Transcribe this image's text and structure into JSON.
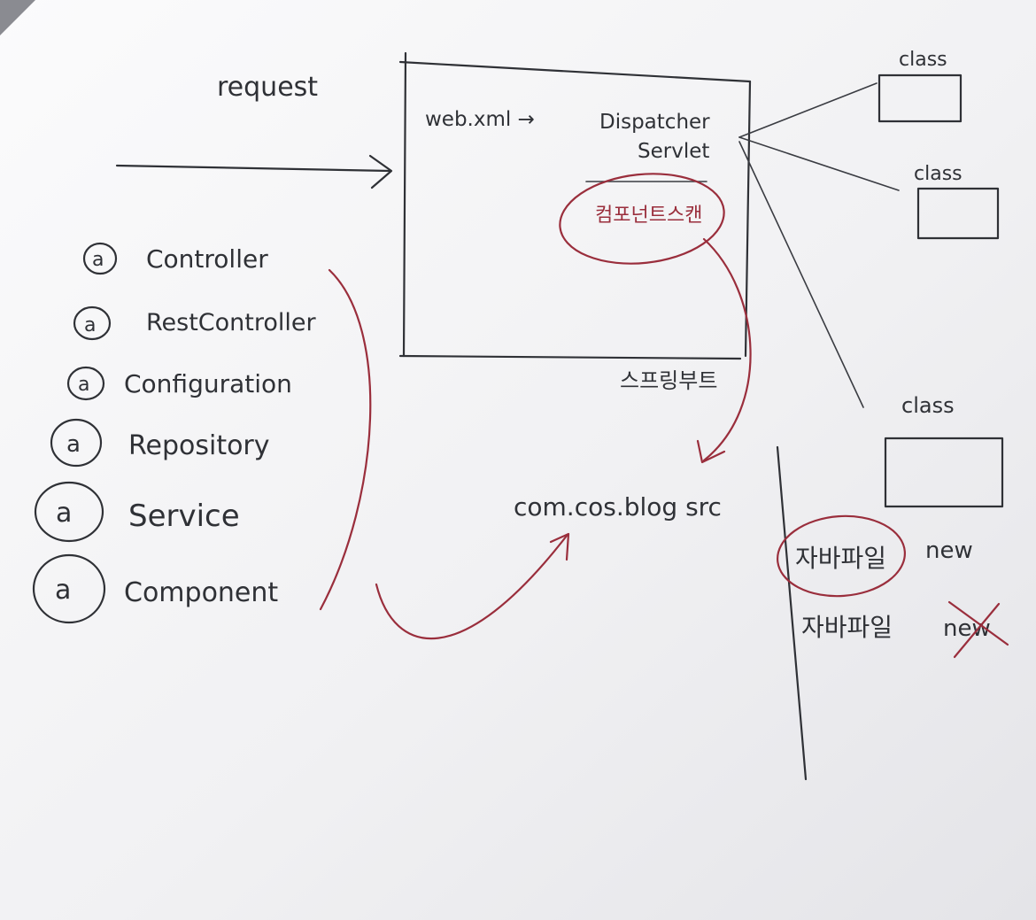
{
  "labels": {
    "request": "request",
    "web_xml": "web.xml →",
    "dispatcher_line1": "Dispatcher",
    "dispatcher_line2": "Servlet",
    "component_scan": "컴포넌트스캔",
    "spring_boot": "스프링부트",
    "package": "com.cos.blog src",
    "class_1": "class",
    "class_2": "class",
    "class_3": "class",
    "java_file_new": "자바파일",
    "new_label": "new",
    "java_file_crossed": "자바파일",
    "crossed_new": "new"
  },
  "annotations": [
    {
      "symbol": "a",
      "label": "Controller"
    },
    {
      "symbol": "a",
      "label": "RestController"
    },
    {
      "symbol": "a",
      "label": "Configuration"
    },
    {
      "symbol": "a",
      "label": "Repository"
    },
    {
      "symbol": "a",
      "label": "Service"
    },
    {
      "symbol": "a",
      "label": "Component"
    }
  ],
  "colors": {
    "paper": "#f4f4f6",
    "ink": "#2f3136",
    "red_ink": "#9a2e3c"
  }
}
